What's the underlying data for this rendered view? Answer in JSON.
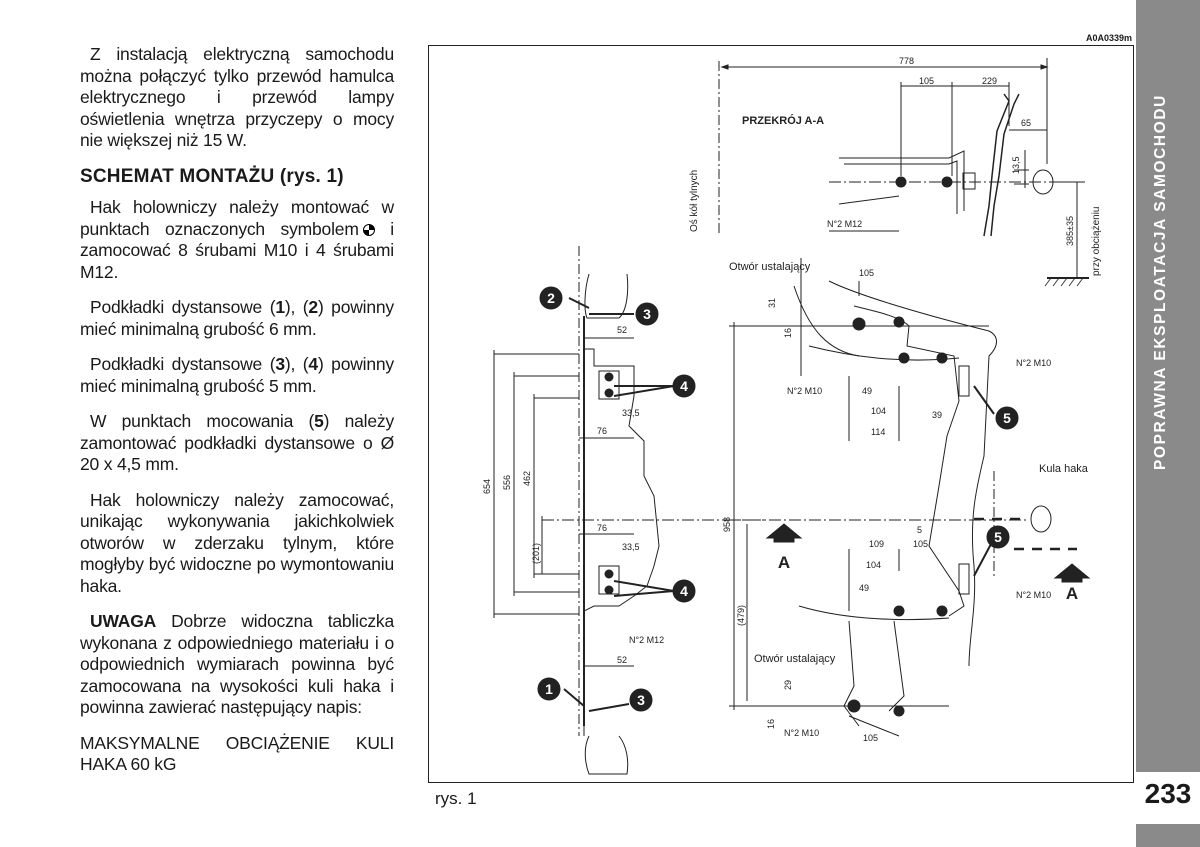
{
  "text": {
    "p1": "Z instalacją elektryczną samochodu można połączyć tylko przewód hamulca elektrycznego i przewód lampy oświetlenia wnętrza przyczepy o mocy nie większej niż 15 W.",
    "heading": "SCHEMAT MONTAŻU (rys. 1)",
    "p2a": "Hak holowniczy należy montować w punktach oznaczonych symbolem",
    "p2b": "i zamocować 8 śrubami M10 i 4 śrubami M12.",
    "p3a": "Podkładki dystansowe (",
    "p3n1": "1",
    "p3b": "), (",
    "p3n2": "2",
    "p3c": ") powinny mieć minimalną grubość 6 mm.",
    "p4a": "Podkładki dystansowe (",
    "p4n1": "3",
    "p4b": "), (",
    "p4n2": "4",
    "p4c": ") powinny mieć minimalną grubość 5 mm.",
    "p5a": "W punktach mocowania (",
    "p5n": "5",
    "p5b": ") należy zamontować podkładki dystansowe o Ø 20 x 4,5 mm.",
    "p6": "Hak holowniczy należy zamocować, unikając wykonywania jakichkolwiek otworów w zderzaku tylnym, które mogłyby być widoczne po wymontowaniu haka.",
    "warn_label": "UWAGA",
    "warn_text": "Dobrze widoczna tabliczka wykonana z odpowiedniego materiału i o odpowiednich wymiarach powinna być zamocowana na wysokości kuli haka i powinna zawierać następujący napis:",
    "p8": "MAKSYMALNE OBCIĄŻENIE KULI HAKA 60 kG"
  },
  "figure": {
    "code": "A0A0339m",
    "caption": "rys. 1",
    "section_label": "PRZEKRÓJ A-A",
    "axle_label": "Oś kół tylnych",
    "load_label": "przy obciążeniu",
    "load_dim": "385±35",
    "ball_label": "Kula haka",
    "hole_label": "Otwór ustalający",
    "bolt_m12": "N°2 M12",
    "bolt_m10": "N°2 M10",
    "section_marker": "A",
    "callouts": [
      "1",
      "2",
      "3",
      "4",
      "5"
    ],
    "dims": {
      "d778": "778",
      "d105": "105",
      "d229": "229",
      "d65": "65",
      "d13_5": "13,5",
      "d52": "52",
      "d33_5": "33,5",
      "d76": "76",
      "d654": "654",
      "d556": "556",
      "d462": "462",
      "d201": "(201)",
      "d31": "31",
      "d16": "16",
      "d49": "49",
      "d104": "104",
      "d114": "114",
      "d39": "39",
      "d958": "958",
      "d5": "5",
      "d109": "109",
      "d479": "(479)",
      "d29": "29"
    }
  },
  "sidebar": {
    "title": "POPRAWNA EKSPLOATACJA SAMOCHODU",
    "page_number": "233"
  }
}
